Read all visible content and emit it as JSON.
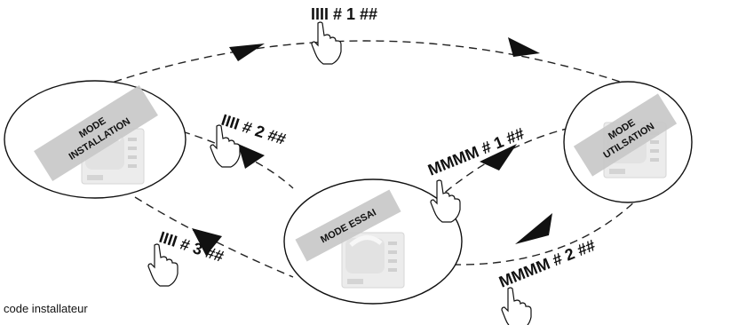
{
  "modes": {
    "installation": "MODE INSTALLATION",
    "utilisation": "MODE UTILSATION",
    "essai": "MODE ESSAI"
  },
  "codes": {
    "install_1": "IIII # 1 ##",
    "install_2": "IIII # 2 ##",
    "install_3": "IIII # 3 ##",
    "master_1": "MMMM # 1 ##",
    "master_2": "MMMM # 2 ##"
  },
  "legend": {
    "installer_code": "code installateur"
  },
  "icons": [
    "hand-pointer-icon",
    "appliance-icon"
  ],
  "colors": {
    "line": "#222222",
    "badge": "#c8c8c8"
  }
}
